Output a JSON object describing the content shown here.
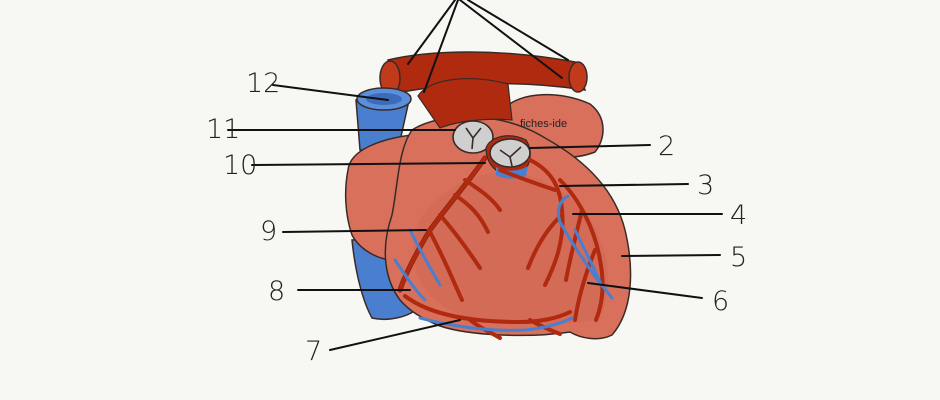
{
  "diagram": {
    "watermark": "fiches-ide",
    "labels": [
      "2",
      "3",
      "4",
      "5",
      "6",
      "7",
      "8",
      "9",
      "10",
      "11",
      "12"
    ],
    "colors": {
      "muscle": "#d9705c",
      "muscle_dark": "#c55a48",
      "artery": "#b02a10",
      "vein": "#4a7fd0",
      "valve": "#cfcfcf",
      "outline": "#3a2a26",
      "background": "#f7f7f3"
    }
  }
}
